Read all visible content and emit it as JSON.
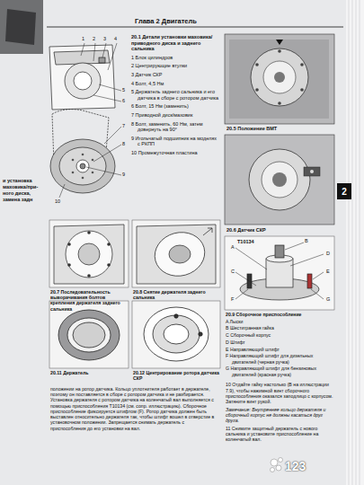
{
  "diagram": {
    "title": "Глава 2 Двигатель",
    "nodes": [
      {
        "text": [
          "2"
        ]
      }
    ],
    "labels": [
      "1",
      "2",
      "3",
      "4",
      "5",
      "6",
      "7",
      "8",
      "9",
      "10",
      "1 Блок цилиндров",
      "2 Центрирующие втулки",
      "3 Датчик СКР",
      "4 Болт, 4,5 Нм",
      "5 Держатель заднего сальника и его датчика в сборе с ротором датчика",
      "6 Болт, 15 Нм (заменить)",
      "7 Приводной диск/маховик",
      "8 Болт, заменить, 60 Нм, затем довернуть на 90°",
      "9 Игольчатый подшипник на моделях с РКПП",
      "10 Промежуточная пластина",
      "20.1 Детали установки маховика/приводного диска и заднего сальника",
      "20.5 Положение ВМТ",
      "20.6 Датчик СКР",
      "20.7 Последовательность выворачивания болтов крепления держателя заднего сальника",
      "20.8 Снятие держателя заднего сальника",
      "T10134",
      "A",
      "B",
      "C",
      "D",
      "E",
      "F",
      "G",
      "20.9 Сборочное приспособление",
      "A Лыски",
      "B Шестигранная гайка",
      "C Сборочный корпус",
      "D Штифт",
      "E Направляющий штифт",
      "F Направляющий штифт для дизельных двигателей (черная ручка)",
      "G Направляющий штифт для бензиновых двигателей (красная ручка)",
      "20.11 Держатель",
      "20.12 Центрирование ротора датчика СКР",
      "10 Отдайте гайку настолько (B на иллюстрации 7.9), чтобы нажимной винт сборочного приспособления оказался заподлицо с корпусом. Затяните винт рукой.",
      "Замечание: Внутреннее кольцо держателя и сборочный корпус не должны касаться друг друга.",
      "11 Снимите защитный держатель с нового сальника и установите приспособление на коленчатый вал.",
      "положении на ротор датчика. Кольцо уплотнителя работает в держателе, поэтому он поставляется в сборе с ротором датчика и не разбирается. Установка держателя с ротором датчика на коленчатый вал выполняется с помощью приспособления T10134 (см. сопр. иллюстрацию). Сборочное приспособление фиксируется штифтом (F). Ротор датчика должен быть выставлен относительно держателя так, чтобы штифт вошел в отверстие в установочном положении. Запрещается снимать держатель с приспособления до его установки на вал.",
      "и установка",
      "маховика/при-",
      "ного диска,",
      "замена задн",
      "Avito",
      "123"
    ]
  }
}
